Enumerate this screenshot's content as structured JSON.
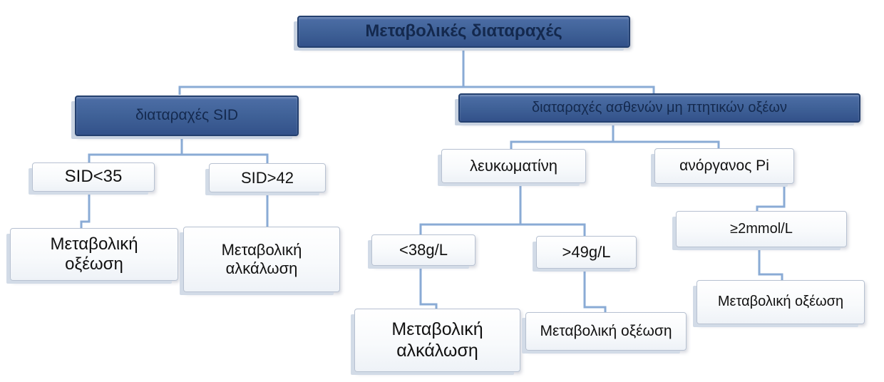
{
  "diagram": {
    "title": "Μεταβολικές διαταραχές",
    "type": "hierarchy-flowchart"
  },
  "nodes": {
    "root": {
      "label": "Μεταβολικές διαταραχές"
    },
    "sid_header": {
      "label": "διαταραχές SID"
    },
    "weak_acid_header": {
      "label": "διαταραχές ασθενών μη πτητικών οξέων"
    },
    "sid_low": {
      "label": "SID<35"
    },
    "sid_high": {
      "label": "SID>42"
    },
    "sid_low_result": {
      "label": "Μεταβολική\nοξέωση"
    },
    "sid_high_result": {
      "label": "Μεταβολική\nαλκάλωση"
    },
    "albumin": {
      "label": "λευκωματίνη"
    },
    "phosphate": {
      "label": "ανόργανος Pi"
    },
    "albumin_low": {
      "label": "<38g/L"
    },
    "albumin_high": {
      "label": ">49g/L"
    },
    "albumin_low_result": {
      "label": "Μεταβολική\nαλκάλωση"
    },
    "albumin_high_result": {
      "label": "Μεταβολική οξέωση"
    },
    "phosphate_high": {
      "label": "≥2mmol/L"
    },
    "phosphate_high_result": {
      "label": "Μεταβολική οξέωση"
    }
  },
  "edges": [
    [
      "root",
      "sid_header"
    ],
    [
      "root",
      "weak_acid_header"
    ],
    [
      "sid_header",
      "sid_low"
    ],
    [
      "sid_header",
      "sid_high"
    ],
    [
      "sid_low",
      "sid_low_result"
    ],
    [
      "sid_high",
      "sid_high_result"
    ],
    [
      "weak_acid_header",
      "albumin"
    ],
    [
      "weak_acid_header",
      "phosphate"
    ],
    [
      "albumin",
      "albumin_low"
    ],
    [
      "albumin",
      "albumin_high"
    ],
    [
      "albumin_low",
      "albumin_low_result"
    ],
    [
      "albumin_high",
      "albumin_high_result"
    ],
    [
      "phosphate",
      "phosphate_high"
    ],
    [
      "phosphate_high",
      "phosphate_high_result"
    ]
  ],
  "colors": {
    "header_fill": "#3e6096",
    "header_border": "#24406f",
    "header_text": "#14294e",
    "leaf_fill": "#fbfcfe",
    "leaf_border": "#b7c1d1",
    "leaf_text": "#121212",
    "connector": "#8aabd5",
    "background": "#ffffff"
  }
}
